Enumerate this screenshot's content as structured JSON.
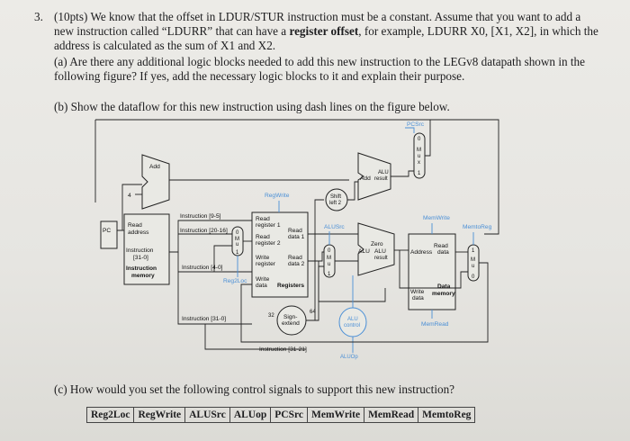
{
  "question": {
    "number": "3.",
    "points": "(10pts)",
    "intro": "We know that the offset in LDUR/STUR instruction must be a constant. Assume that you want to add a new instruction called “LDURR” that can have a",
    "intro_bold": "register offset",
    "intro_end": ", for example, LDURR X0, [X1, X2], in which the address is calculated as the sum of X1 and X2.",
    "part_a": "(a) Are there any additional logic blocks needed to add this new instruction to the LEGv8 datapath shown in the following figure? If yes, add the necessary logic blocks to it and explain their purpose.",
    "part_b": "(b) Show the dataflow for this new instruction using dash lines on the figure below.",
    "part_c": "(c) How would you set the following control signals to support this new instruction?"
  },
  "diagram": {
    "pc": "PC",
    "add": "Add",
    "four": "4",
    "read_address": [
      "Read",
      "address"
    ],
    "instruction_label": [
      "Instruction",
      "[31-0]"
    ],
    "instruction_memory": [
      "Instruction",
      "memory"
    ],
    "instr_9_5": "Instruction [9-5]",
    "instr_20_16": "Instruction [20-16]",
    "instr_4_0": "Instruction [4-0]",
    "instr_31_0": "Instruction [31-0]",
    "instr_31_21": "Instruction [31-21]",
    "mux": [
      "M",
      "u",
      "x"
    ],
    "mux_0": "0",
    "mux_1": "1",
    "regfile": {
      "read_reg1": [
        "Read",
        "register 1"
      ],
      "read_reg2": [
        "Read",
        "register 2"
      ],
      "read_data1": [
        "Read",
        "data 1"
      ],
      "read_data2": [
        "Read",
        "data 2"
      ],
      "write_reg": [
        "Write",
        "register"
      ],
      "write_data": [
        "Write",
        "data"
      ],
      "registers": "Registers"
    },
    "shift": [
      "Shift",
      "left 2"
    ],
    "add_alu": [
      "Add",
      "ALU",
      "result"
    ],
    "alu": [
      "Zero",
      "ALU",
      "ALU",
      "result"
    ],
    "data_memory": {
      "address": "Address",
      "read_data": [
        "Read",
        "data"
      ],
      "write_data": [
        "Write",
        "data"
      ],
      "label": [
        "Data",
        "memory"
      ]
    },
    "sign_extend": [
      "Sign-",
      "extend"
    ],
    "bits_32": "32",
    "bits_64": "64",
    "alu_control": [
      "ALU",
      "control"
    ],
    "controls": {
      "pcsrc": "PCSrc",
      "regwrite": "RegWrite",
      "reg2loc": "Reg2Loc",
      "alusrc": "ALUSrc",
      "memwrite": "MemWrite",
      "memtoreg": "MemtoReg",
      "memread": "MemRead",
      "aluop": "ALUOp"
    }
  },
  "control_table": {
    "headers": [
      "Reg2Loc",
      "RegWrite",
      "ALUSrc",
      "ALUop",
      "PCSrc",
      "MemWrite",
      "MemRead",
      "MemtoReg"
    ]
  },
  "colors": {
    "control_blue": "#4a8fd6",
    "paper": "#e9e8e4"
  }
}
